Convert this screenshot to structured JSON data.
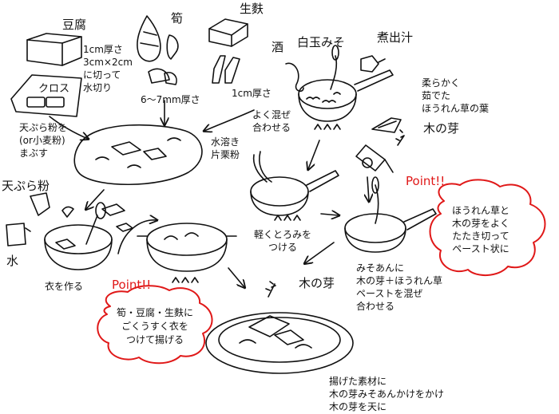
{
  "labels": {
    "tofu": "豆腐",
    "takenoko": "筍",
    "namafu": "生麩",
    "sake": "酒",
    "shiratama_miso": "白玉みそ",
    "nidashi": "煮出汁",
    "tofu_cut": [
      "1cm厚さ",
      "3cm×2cm",
      "に切って",
      "水切り"
    ],
    "cloth": "クロス",
    "takenoko_cut": "6〜7mm厚さ",
    "namafu_cut": "1cm厚さ",
    "mix": [
      "よく混ぜ",
      "合わせる"
    ],
    "spinach": [
      "柔らかく",
      "茹でた",
      "ほうれん草の葉"
    ],
    "kinome": "木の芽",
    "dust": [
      "天ぷら粉を",
      "(or小麦粉)",
      "まぶす"
    ],
    "starch": [
      "水溶き",
      "片栗粉"
    ],
    "tempura_flour": "天ぷら粉",
    "water": "水",
    "batter": "衣を作る",
    "thicken": [
      "軽くとろみを",
      "つける"
    ],
    "point": "Point!!",
    "point_spinach": [
      "ほうれん草と",
      "木の芽をよく",
      "たたき切って",
      "ペースト状に"
    ],
    "point_fry": [
      "筍・豆腐・生麩に",
      "ごくうすく衣を",
      "つけて揚げる"
    ],
    "miso_an": [
      "みそあんに",
      "木の芽＋ほうれん草",
      "ペーストを混ぜ",
      "合わせる"
    ],
    "kinome2": "木の芽",
    "final": [
      "揚げた素材に",
      "木の芽みそあんかけをかけ",
      "木の芽を天に"
    ]
  }
}
